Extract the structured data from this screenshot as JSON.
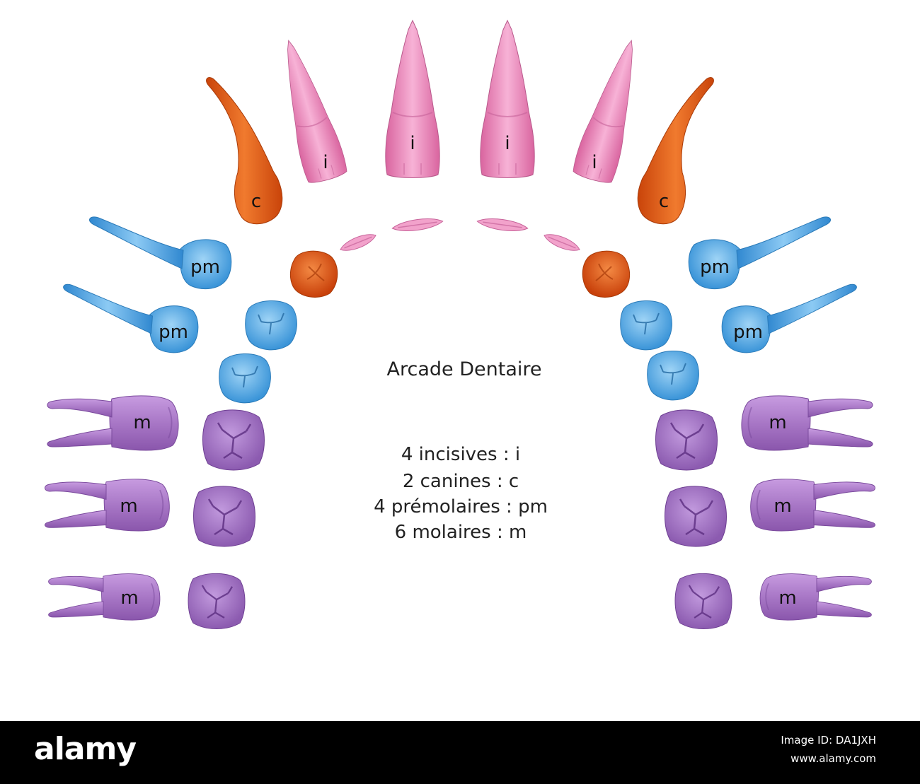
{
  "diagram": {
    "title": "Arcade Dentaire",
    "legend": [
      "4 incisives : i",
      "2 canines : c",
      "4 prémolaires : pm",
      "6 molaires : m"
    ],
    "colors": {
      "incisor": "#ee8cc0",
      "canine": "#e45a12",
      "premolar": "#4aa6e4",
      "molar": "#a877c6"
    },
    "tooth_labels": {
      "incisor": "i",
      "canine": "c",
      "premolar": "pm",
      "molar": "m"
    }
  },
  "footer": {
    "logo": "alamy",
    "image_id": "Image ID: DA1JXH",
    "site": "www.alamy.com"
  }
}
